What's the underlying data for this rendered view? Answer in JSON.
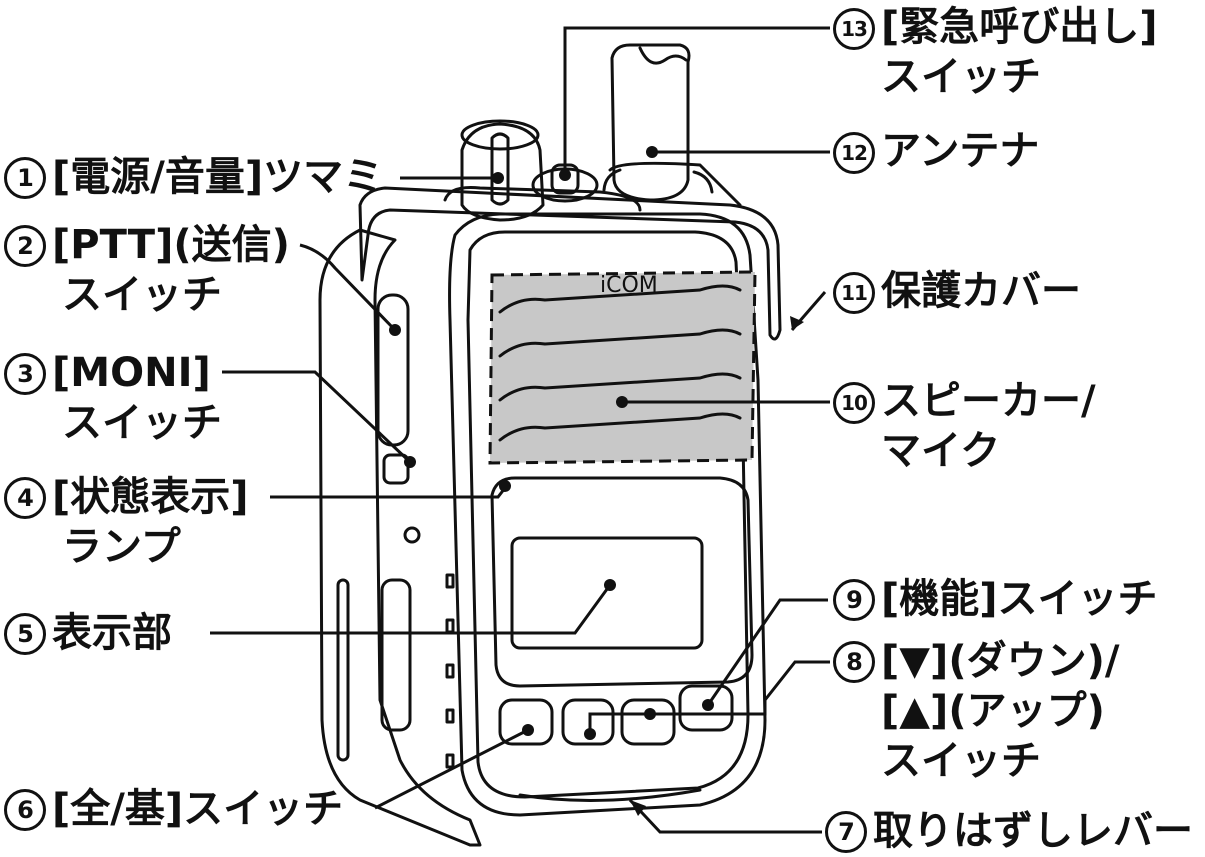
{
  "labels": [
    {
      "num": "1",
      "line1": "[電源/音量]ツマミ"
    },
    {
      "num": "2",
      "line1": "[PTT](送信)",
      "line2": "スイッチ"
    },
    {
      "num": "3",
      "line1": "[MONI]",
      "line2": "スイッチ"
    },
    {
      "num": "4",
      "line1": "[状態表示]",
      "line2": "ランプ"
    },
    {
      "num": "5",
      "line1": "表示部"
    },
    {
      "num": "6",
      "line1": "[全/基]スイッチ"
    },
    {
      "num": "7",
      "line1": "取りはずしレバー"
    },
    {
      "num": "8",
      "line1": "[▼](ダウン)/",
      "line2": "[▲](アップ)",
      "line3": "スイッチ"
    },
    {
      "num": "9",
      "line1": "[機能]スイッチ"
    },
    {
      "num": "10",
      "line1": "スピーカー/",
      "line2": "マイク"
    },
    {
      "num": "11",
      "line1": "保護カバー"
    },
    {
      "num": "12",
      "line1": "アンテナ"
    },
    {
      "num": "13",
      "line1": "[緊急呼び出し]",
      "line2": "スイッチ"
    }
  ],
  "brand": "iCOM",
  "colors": {
    "line": "#111111",
    "speaker_fill": "#c8c8c8"
  }
}
